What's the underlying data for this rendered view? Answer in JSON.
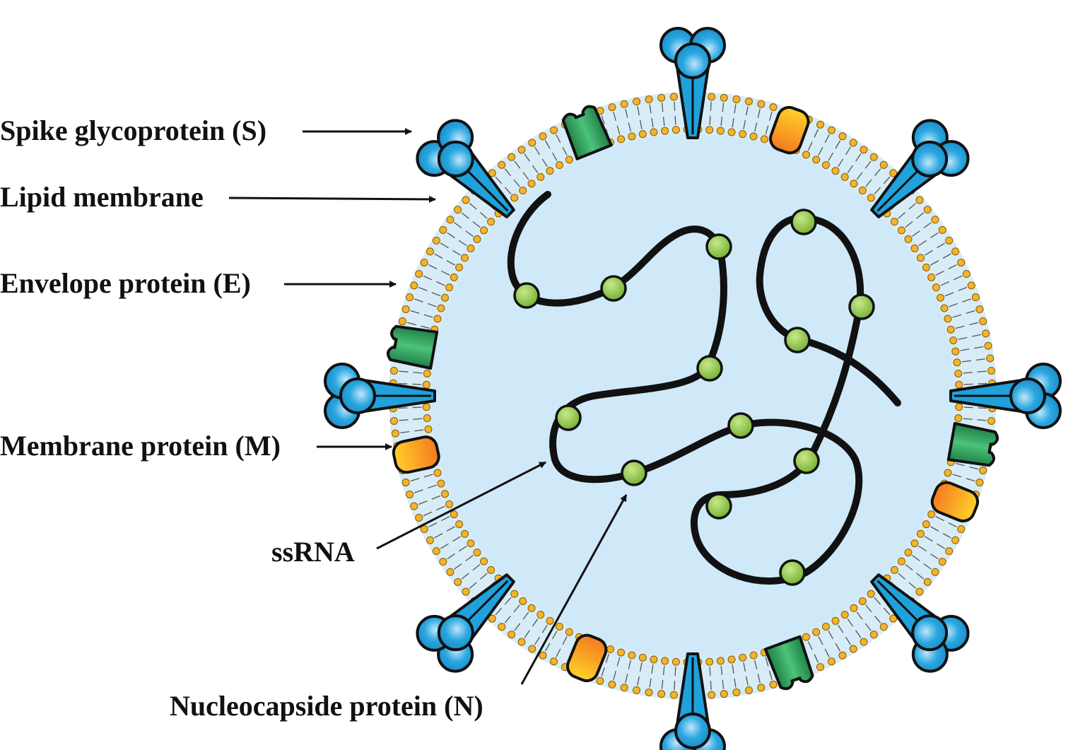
{
  "labels": {
    "spike": "Spike glycoprotein (S)",
    "lipid": "Lipid membrane",
    "envelope": "Envelope protein (E)",
    "membrane": "Membrane protein (M)",
    "ssrna": "ssRNA",
    "nucleocapside": "Nucleocapside protein (N)"
  },
  "colors": {
    "interior": "#cfe9f9",
    "membrane_band": "#d7ecf7",
    "lipid_head": "#f2b42c",
    "spike": "#1fa1dc",
    "envelope_top": "#ffd12a",
    "envelope_bottom": "#f47a20",
    "membrane_protein": "#2a9a55",
    "nucleocapsid": "#8cc63f",
    "outline": "#111111"
  }
}
